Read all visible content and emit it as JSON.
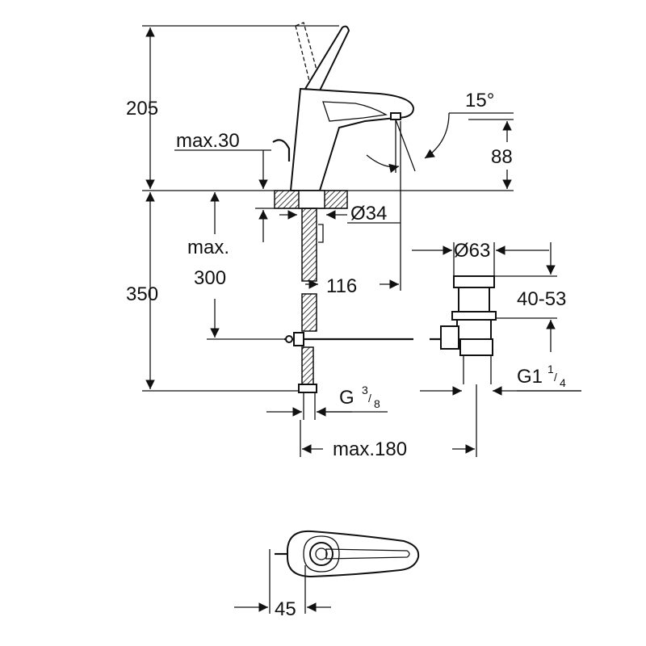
{
  "dimensions": {
    "height_top": "205",
    "height_bottom": "350",
    "lever_max": "max.30",
    "spout_angle": "15°",
    "spout_height": "88",
    "hole_diameter": "Ø34",
    "hose_max_line1": "max.",
    "hose_max_line2": "300",
    "spout_reach": "116",
    "waste_diameter": "Ø63",
    "waste_range": "40-53",
    "connection_g": "G",
    "connection_g_num": "3",
    "connection_g_den": "8",
    "waste_thread": "G1",
    "waste_thread_num": "1",
    "waste_thread_den": "4",
    "rod_max": "max.180",
    "plan_width": "45"
  },
  "colors": {
    "line": "#111111",
    "background": "#ffffff"
  }
}
